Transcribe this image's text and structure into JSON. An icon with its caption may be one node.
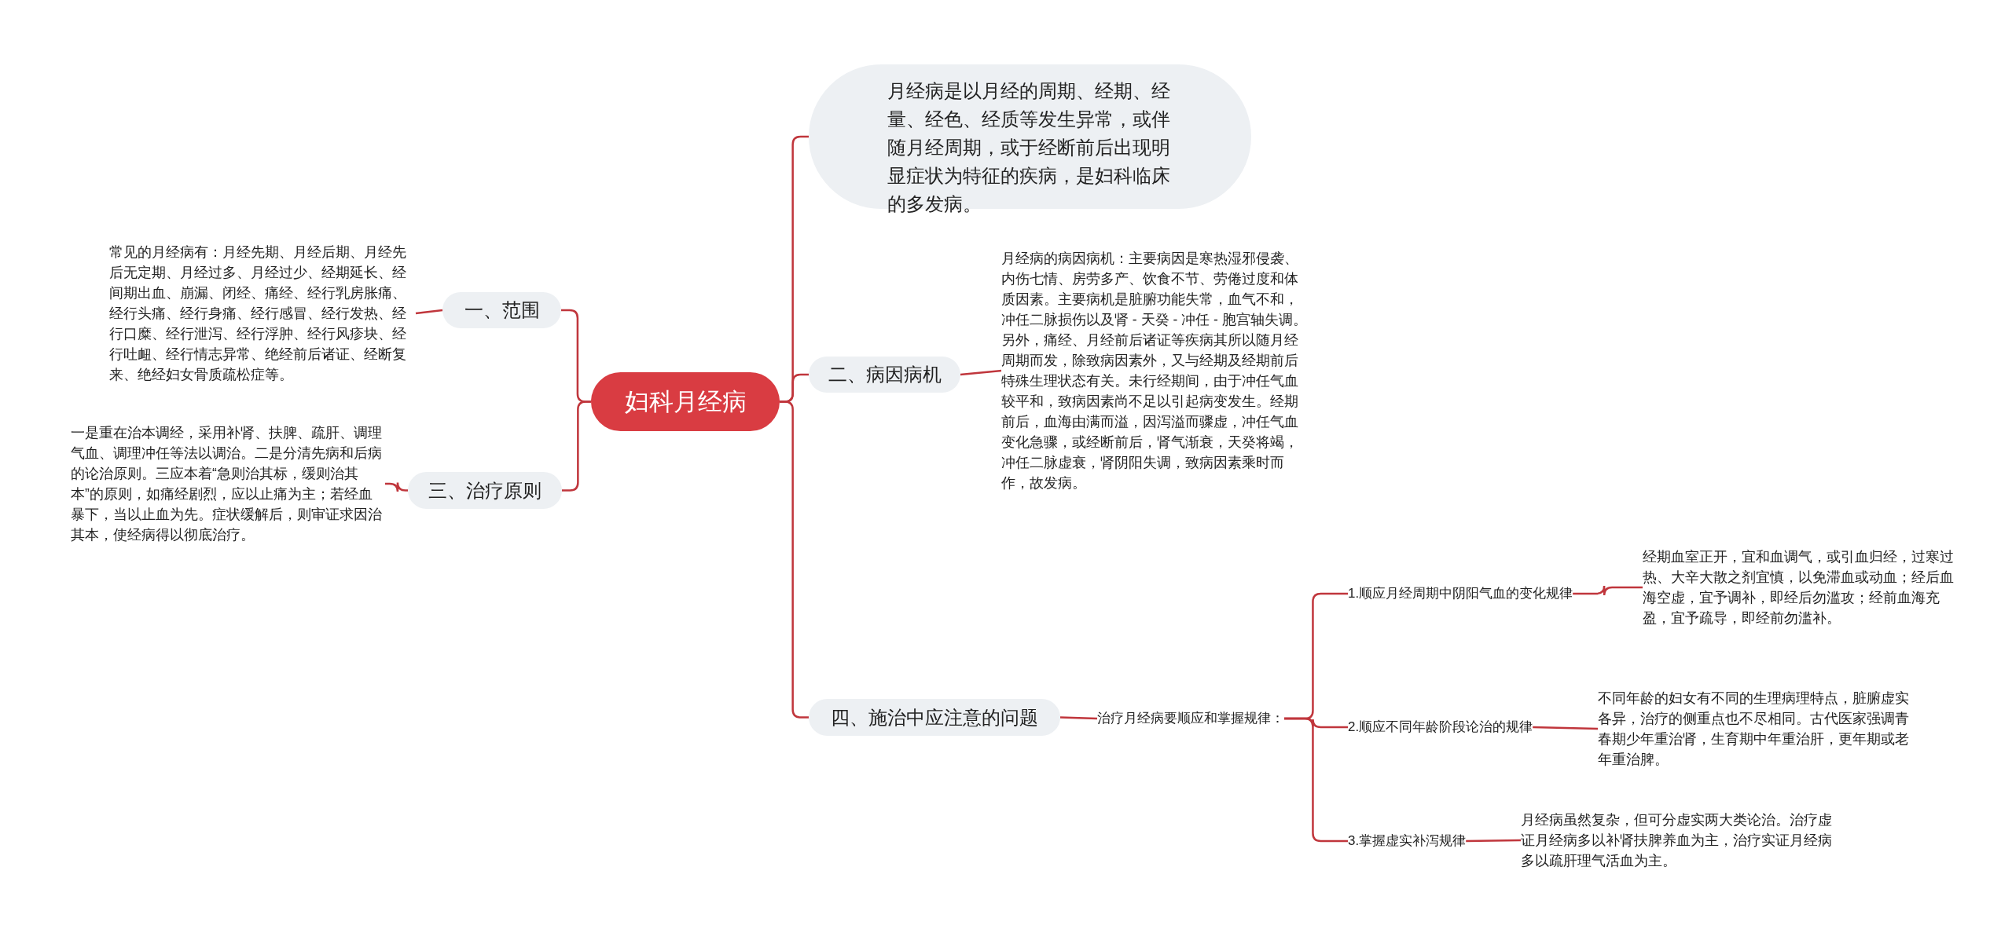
{
  "diagram": {
    "nodes": [
      {
        "text": [
          "妇科月经病"
        ]
      },
      {
        "text": [
          "月经病是以月经的周期、经期、经量、经色、经质等发生异常，或伴随月经周期，或于经断前后出现明显症状为特征的疾病，是妇科临床的多发病。"
        ]
      },
      {
        "text": [
          "一、范围"
        ]
      },
      {
        "text": [
          "常见的月经病有：月经先期、月经后期、月经先后无定期、月经过多、月经过少、经期延长、经间期出血、崩漏、闭经、痛经、经行乳房胀痛、经行头痛、经行身痛、经行感冒、经行发热、经行口糜、经行泄泻、经行浮肿、经行风疹块、经行吐衄、经行情志异常、绝经前后诸证、经断复来、绝经妇女骨质疏松症等。"
        ]
      },
      {
        "text": [
          "二、病因病机"
        ]
      },
      {
        "text": [
          "月经病的病因病机：主要病因是寒热湿邪侵袭、内伤七情、房劳多产、饮食不节、劳倦过度和体质因素。主要病机是脏腑功能失常，血气不和，冲任二脉损伤以及肾 - 天癸 - 冲任 - 胞宫轴失调。另外，痛经、月经前后诸证等疾病其所以随月经周期而发，除致病因素外，又与经期及经期前后特殊生理状态有关。未行经期间，由于冲任气血较平和，致病因素尚不足以引起病变发生。经期前后，血海由满而溢，因泻溢而骤虚，冲任气血变化急骤，或经断前后，肾气渐衰，天癸将竭，冲任二脉虚衰，肾阴阳失调，致病因素乘时而作，故发病。"
        ]
      },
      {
        "text": [
          "三、治疗原则"
        ]
      },
      {
        "text": [
          "一是重在治本调经，采用补肾、扶脾、疏肝、调理气血、调理冲任等法以调治。二是分清先病和后病的论治原则。三应本着“急则治其标，缓则治其本”的原则，如痛经剧烈，应以止痛为主；若经血暴下，当以止血为先。症状缓解后，则审证求因治其本，使经病得以彻底治疗。"
        ]
      },
      {
        "text": [
          "四、施治中应注意的问题"
        ]
      },
      {
        "text": [
          "治疗月经病要顺应和掌握规律："
        ]
      },
      {
        "text": [
          "1.顺应月经周期中阴阳气血的变化规律"
        ]
      },
      {
        "text": [
          "经期血室正开，宜和血调气，或引血归经，过寒过热、大辛大散之剂宜慎，以免滞血或动血；经后血海空虚，宜予调补，即经后勿滥攻；经前血海充盈，宜予疏导，即经前勿滥补。"
        ]
      },
      {
        "text": [
          "2.顺应不同年龄阶段论治的规律"
        ]
      },
      {
        "text": [
          "不同年龄的妇女有不同的生理病理特点，脏腑虚实各异，治疗的侧重点也不尽相同。古代医家强调青春期少年重治肾，生育期中年重治肝，更年期或老年重治脾。"
        ]
      },
      {
        "text": [
          "3.掌握虚实补泻规律"
        ]
      },
      {
        "text": [
          "月经病虽然复杂，但可分虚实两大类论治。治疗虚证月经病多以补肾扶脾养血为主，治疗实证月经病多以疏肝理气活血为主。"
        ]
      }
    ],
    "edges": [
      {
        "from": 0,
        "to": 1,
        "arrow": "none"
      },
      {
        "from": 0,
        "to": 2,
        "arrow": "none"
      },
      {
        "from": 0,
        "to": 4,
        "arrow": "none"
      },
      {
        "from": 0,
        "to": 6,
        "arrow": "none"
      },
      {
        "from": 0,
        "to": 8,
        "arrow": "none"
      },
      {
        "from": 2,
        "to": 3,
        "arrow": "none"
      },
      {
        "from": 4,
        "to": 5,
        "arrow": "none"
      },
      {
        "from": 6,
        "to": 7,
        "arrow": "none"
      },
      {
        "from": 8,
        "to": 9,
        "arrow": "none"
      },
      {
        "from": 9,
        "to": 10,
        "arrow": "none"
      },
      {
        "from": 9,
        "to": 12,
        "arrow": "none"
      },
      {
        "from": 9,
        "to": 14,
        "arrow": "none"
      },
      {
        "from": 10,
        "to": 11,
        "arrow": "none"
      },
      {
        "from": 12,
        "to": 13,
        "arrow": "none"
      },
      {
        "from": 14,
        "to": 15,
        "arrow": "none"
      }
    ]
  }
}
